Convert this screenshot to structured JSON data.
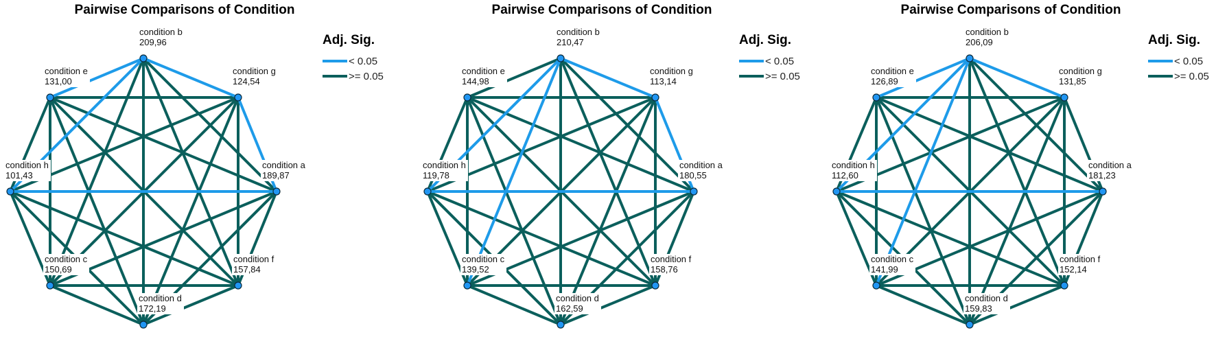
{
  "colors": {
    "significant": "#1e9be9",
    "not_significant": "#0b5f5c",
    "node_fill": "#2196f3",
    "node_stroke": "#0a2a3a"
  },
  "panels": [
    {
      "title": "Pairwise Comparisons of Condition",
      "legend": {
        "title": "Adj. Sig.",
        "items": [
          {
            "label": "< 0.05",
            "kind": "significant"
          },
          {
            "label": ">= 0.05",
            "kind": "not_significant"
          }
        ]
      },
      "nodes": [
        {
          "id": "b",
          "name": "condition b",
          "value": "209,96"
        },
        {
          "id": "g",
          "name": "condition g",
          "value": "124,54"
        },
        {
          "id": "a",
          "name": "condition a",
          "value": "189,87"
        },
        {
          "id": "f",
          "name": "condition f",
          "value": "157,84"
        },
        {
          "id": "d",
          "name": "condition d",
          "value": "172,19"
        },
        {
          "id": "c",
          "name": "condition c",
          "value": "150,69"
        },
        {
          "id": "h",
          "name": "condition h",
          "value": "101,43"
        },
        {
          "id": "e",
          "name": "condition e",
          "value": "131,00"
        }
      ],
      "significant_edges": [
        [
          "b",
          "e"
        ],
        [
          "b",
          "h"
        ],
        [
          "b",
          "g"
        ],
        [
          "g",
          "a"
        ],
        [
          "h",
          "a"
        ]
      ]
    },
    {
      "title": "Pairwise Comparisons of Condition",
      "legend": {
        "title": "Adj. Sig.",
        "items": [
          {
            "label": "< 0.05",
            "kind": "significant"
          },
          {
            "label": ">= 0.05",
            "kind": "not_significant"
          }
        ]
      },
      "nodes": [
        {
          "id": "b",
          "name": "condition b",
          "value": "210,47"
        },
        {
          "id": "g",
          "name": "condition g",
          "value": "113,14"
        },
        {
          "id": "a",
          "name": "condition a",
          "value": "180,55"
        },
        {
          "id": "f",
          "name": "condition f",
          "value": "158,76"
        },
        {
          "id": "d",
          "name": "condition d",
          "value": "162,59"
        },
        {
          "id": "c",
          "name": "condition c",
          "value": "139,52"
        },
        {
          "id": "h",
          "name": "condition h",
          "value": "119,78"
        },
        {
          "id": "e",
          "name": "condition e",
          "value": "144,98"
        }
      ],
      "significant_edges": [
        [
          "b",
          "h"
        ],
        [
          "b",
          "c"
        ],
        [
          "b",
          "g"
        ],
        [
          "g",
          "a"
        ],
        [
          "h",
          "a"
        ]
      ]
    },
    {
      "title": "Pairwise Comparisons of Condition",
      "legend": {
        "title": "Adj. Sig.",
        "items": [
          {
            "label": "< 0.05",
            "kind": "significant"
          },
          {
            "label": ">= 0.05",
            "kind": "not_significant"
          }
        ]
      },
      "nodes": [
        {
          "id": "b",
          "name": "condition b",
          "value": "206,09"
        },
        {
          "id": "g",
          "name": "condition g",
          "value": "131,85"
        },
        {
          "id": "a",
          "name": "condition a",
          "value": "181,23"
        },
        {
          "id": "f",
          "name": "condition f",
          "value": "152,14"
        },
        {
          "id": "d",
          "name": "condition d",
          "value": "159,83"
        },
        {
          "id": "c",
          "name": "condition c",
          "value": "141,99"
        },
        {
          "id": "h",
          "name": "condition h",
          "value": "112,60"
        },
        {
          "id": "e",
          "name": "condition e",
          "value": "126,89"
        }
      ],
      "significant_edges": [
        [
          "b",
          "e"
        ],
        [
          "b",
          "h"
        ],
        [
          "b",
          "c"
        ],
        [
          "b",
          "g"
        ],
        [
          "h",
          "a"
        ]
      ]
    }
  ]
}
